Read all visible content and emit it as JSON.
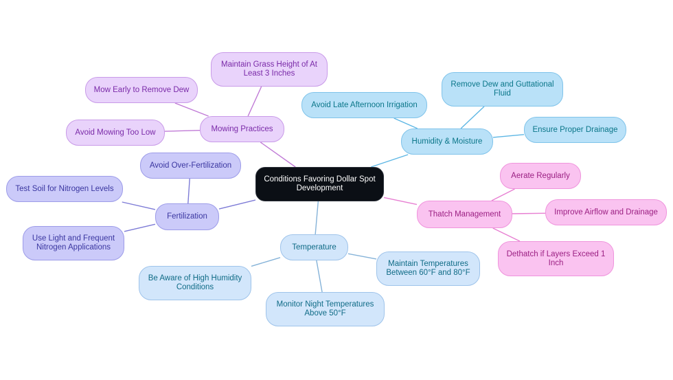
{
  "diagram": {
    "type": "mindmap",
    "root": {
      "id": "root",
      "label": "Conditions Favoring Dollar Spot Development"
    },
    "branches": [
      {
        "id": "mowing",
        "label": "Mowing Practices",
        "color": "#c07ad6",
        "children": [
          {
            "id": "mow-height",
            "label": "Maintain Grass Height of At Least 3 Inches"
          },
          {
            "id": "mow-early",
            "label": "Mow Early to Remove Dew"
          },
          {
            "id": "mow-low",
            "label": "Avoid Mowing Too Low"
          }
        ]
      },
      {
        "id": "humidity",
        "label": "Humidity & Moisture",
        "color": "#5cb6e4",
        "children": [
          {
            "id": "hum-irrigation",
            "label": "Avoid Late Afternoon Irrigation"
          },
          {
            "id": "hum-dew",
            "label": "Remove Dew and Guttational Fluid"
          },
          {
            "id": "hum-drainage",
            "label": "Ensure Proper Drainage"
          }
        ]
      },
      {
        "id": "thatch",
        "label": "Thatch Management",
        "color": "#e77fd2",
        "children": [
          {
            "id": "th-aerate",
            "label": "Aerate Regularly"
          },
          {
            "id": "th-airflow",
            "label": "Improve Airflow and Drainage"
          },
          {
            "id": "th-dethatch",
            "label": "Dethatch if Layers Exceed 1 Inch"
          }
        ]
      },
      {
        "id": "fert",
        "label": "Fertilization",
        "color": "#7d7bd6",
        "children": [
          {
            "id": "fe-over",
            "label": "Avoid Over-Fertilization"
          },
          {
            "id": "fe-soil",
            "label": "Test Soil for Nitrogen Levels"
          },
          {
            "id": "fe-light",
            "label": "Use Light and Frequent Nitrogen Applications"
          }
        ]
      },
      {
        "id": "temp",
        "label": "Temperature",
        "color": "#84b2d8",
        "children": [
          {
            "id": "te-range",
            "label": "Maintain Temperatures Between 60°F and 80°F"
          },
          {
            "id": "te-humid",
            "label": "Be Aware of High Humidity Conditions"
          },
          {
            "id": "te-night",
            "label": "Monitor Night Temperatures Above 50°F"
          }
        ]
      }
    ]
  }
}
